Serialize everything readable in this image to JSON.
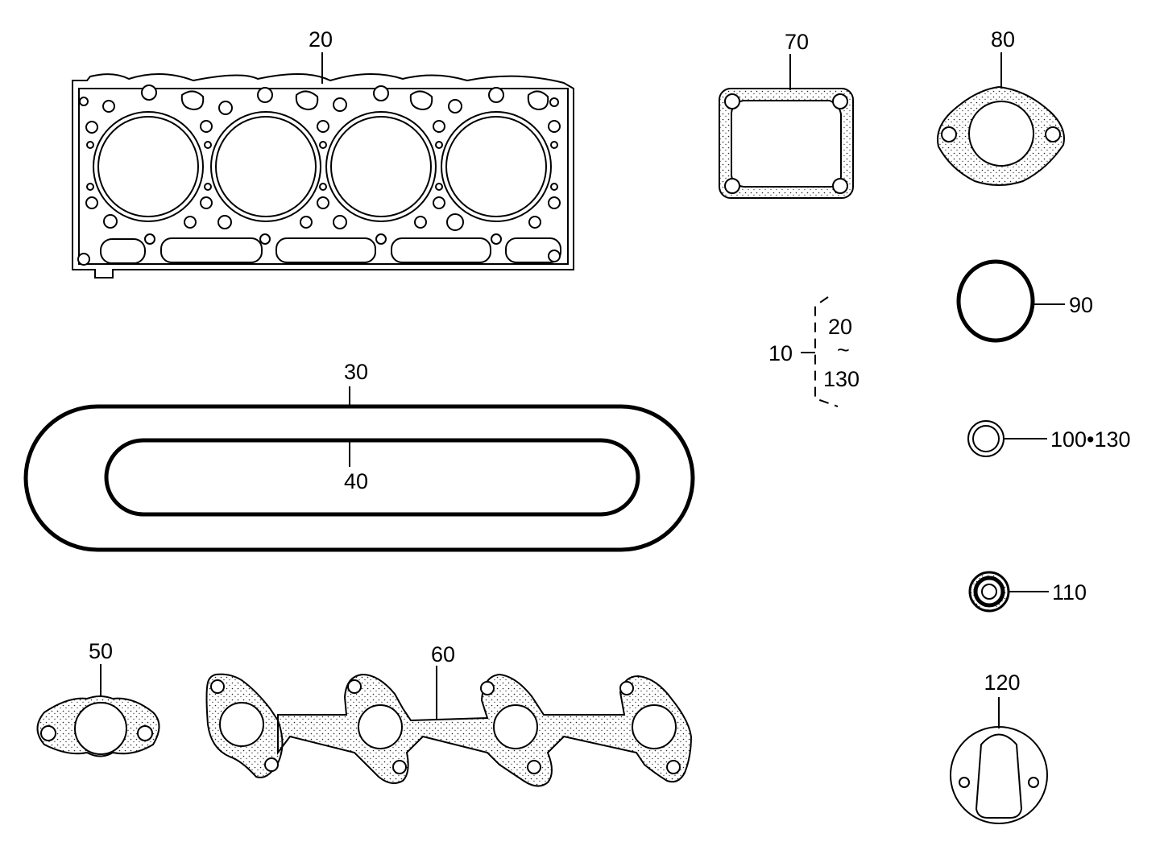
{
  "labels": {
    "head_gasket": "20",
    "outer_ring": "30",
    "inner_ring": "40",
    "small_flange": "50",
    "manifold": "60",
    "square_gasket": "70",
    "oval_flange": "80",
    "o_ring": "90",
    "washer": "100•130",
    "seal": "110",
    "round_cover": "120",
    "set": "10",
    "range_start": "20",
    "range_sep": "~",
    "range_end": "130"
  },
  "colors": {
    "line": "#000000",
    "background": "#ffffff"
  }
}
